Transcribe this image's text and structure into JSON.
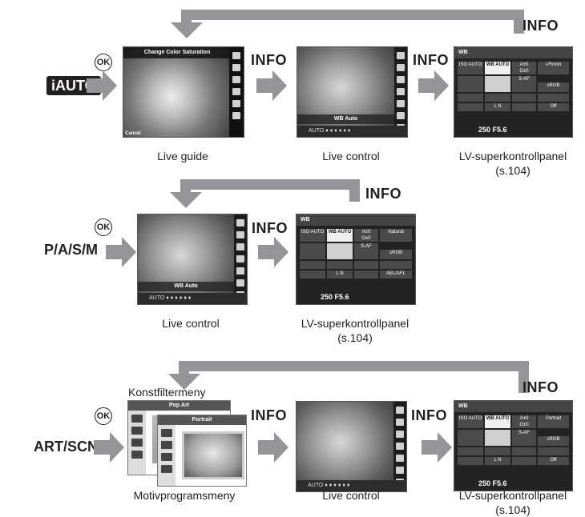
{
  "labels": {
    "info": "INFO",
    "ok": "OK",
    "iauto": "iAUTO",
    "mode_pasm": "P/A/S/M",
    "mode_artscn": "ART/SCN"
  },
  "captions": {
    "live_guide": "Live guide",
    "live_control": "Live control",
    "lv_panel_line1": "LV-superkontrollpanel",
    "lv_panel_line2": "(s.104)",
    "art_filter_menu": "Konstfiltermeny",
    "scene_menu": "Motivprogramsmeny"
  },
  "screens": {
    "guide_title": "Change Color Saturation",
    "guide_cancel": "Cancel",
    "wb_auto": "WB Auto",
    "live_bar": "AUTO  ♦  ♦  ♦  ♦  ♦  ♦",
    "panel_title": "WB",
    "cell_iso": "ISO AUTO",
    "cell_wb": "WB AUTO",
    "cell_a": "A±0",
    "cell_g": "G±0",
    "cell_finish": "i-Finish",
    "cell_natural": "Natural",
    "cell_portrait": "Portrait",
    "cell_saf": "S-AF",
    "cell_srgb": "sRGB",
    "cell_ln": "L N",
    "cell_off": "Off",
    "cell_ael": "AEL/AFL",
    "panel_bottom": "250  F5.6",
    "menu_popart": "Pop Art",
    "menu_portrait": "Portrait"
  },
  "colors": {
    "bar_gray": "#939598",
    "text": "#231f20"
  }
}
